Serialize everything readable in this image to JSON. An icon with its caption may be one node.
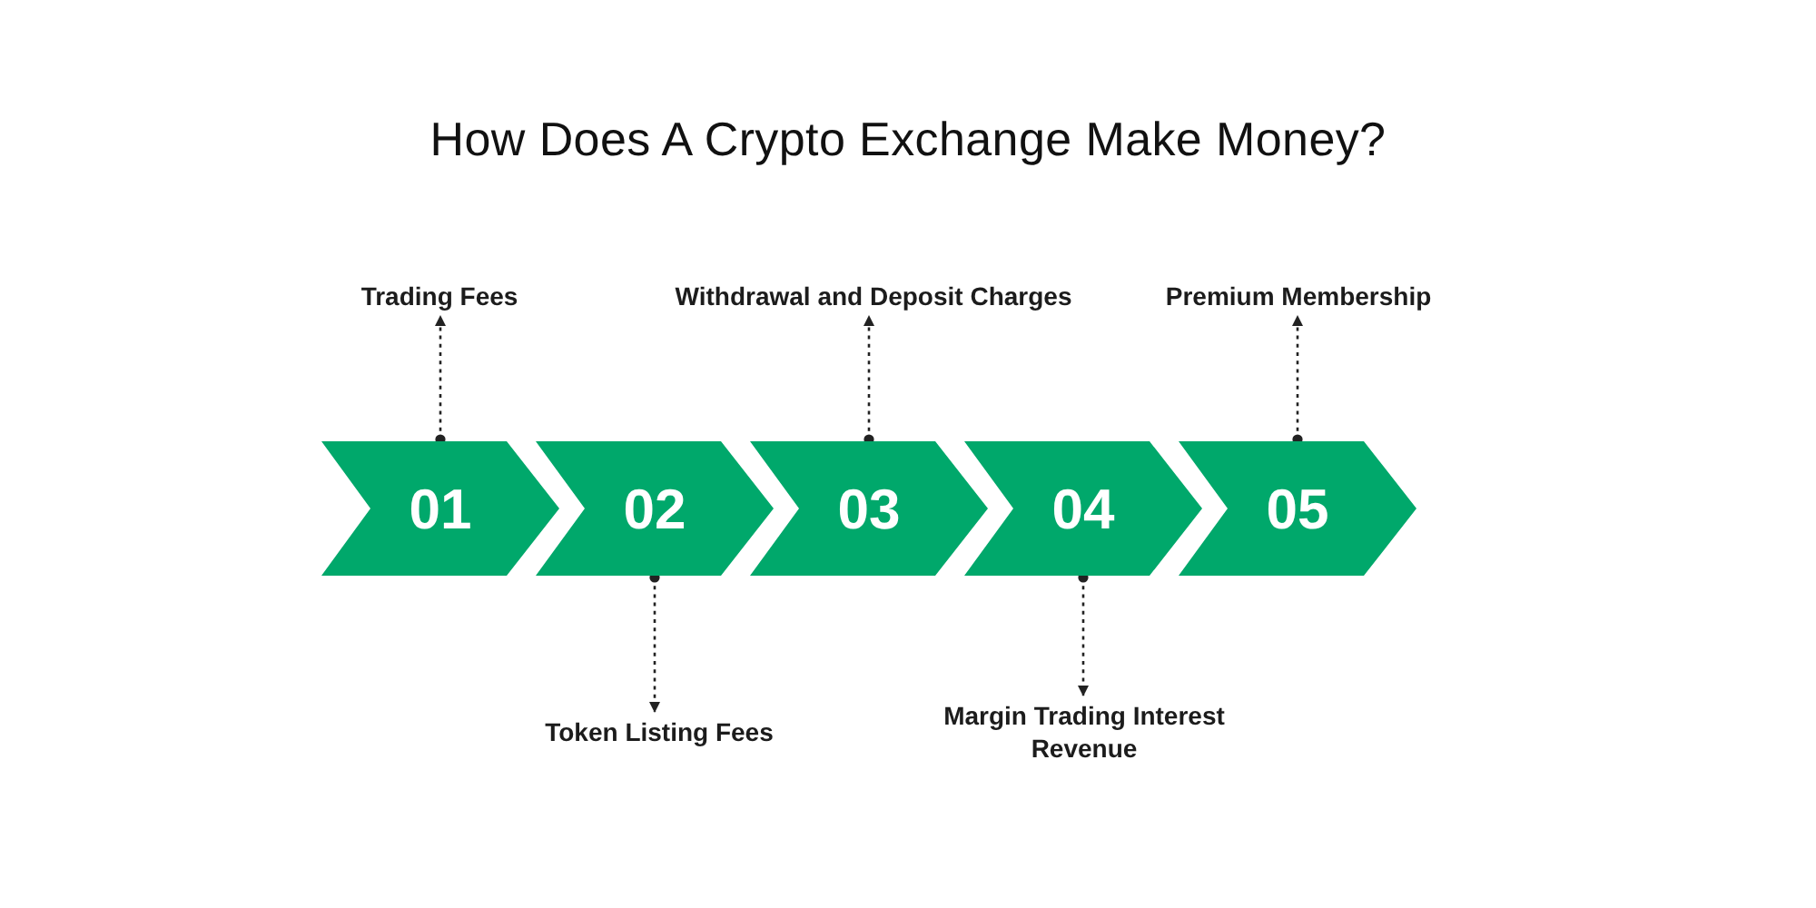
{
  "diagram": {
    "title": "How Does A Crypto Exchange Make Money?",
    "nodes": [
      {
        "text": [
          "Trading Fees"
        ]
      },
      {
        "text": [
          "Withdrawal and Deposit Charges"
        ]
      },
      {
        "text": [
          "Premium Membership"
        ]
      },
      {
        "text": [
          "01"
        ]
      },
      {
        "text": [
          "02"
        ]
      },
      {
        "text": [
          "03"
        ]
      },
      {
        "text": [
          "04"
        ]
      },
      {
        "text": [
          "05"
        ]
      },
      {
        "text": [
          "Token Listing Fees"
        ]
      },
      {
        "text": [
          "Margin Trading Interest Revenue"
        ]
      }
    ],
    "edges": [
      {
        "from": 3,
        "to": 0,
        "arrow": "to",
        "style": "dashed"
      },
      {
        "from": 4,
        "to": 8,
        "arrow": "to",
        "style": "dashed"
      },
      {
        "from": 5,
        "to": 1,
        "arrow": "to",
        "style": "dashed"
      },
      {
        "from": 6,
        "to": 9,
        "arrow": "to",
        "style": "dashed"
      },
      {
        "from": 7,
        "to": 2,
        "arrow": "to",
        "style": "dashed"
      }
    ]
  }
}
